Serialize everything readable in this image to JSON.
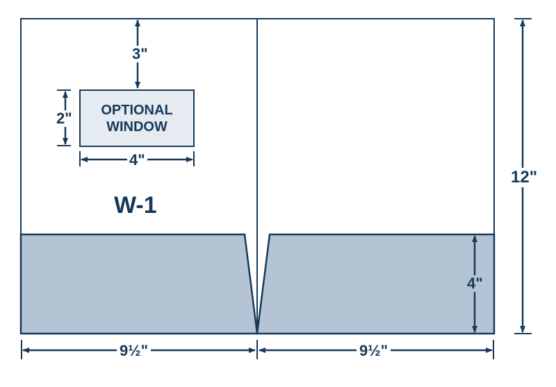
{
  "colors": {
    "line": "#16395a",
    "window_fill": "#e6ebf1",
    "pocket_fill": "#b5c4d4",
    "background": "#ffffff"
  },
  "labels": {
    "window_top_offset": "3\"",
    "window_height": "2\"",
    "window_width": "4\"",
    "window_line1": "OPTIONAL",
    "window_line2": "WINDOW",
    "model": "W-1",
    "folder_height": "12\"",
    "pocket_height": "4\"",
    "left_panel_width": "9½\"",
    "right_panel_width": "9½\""
  }
}
